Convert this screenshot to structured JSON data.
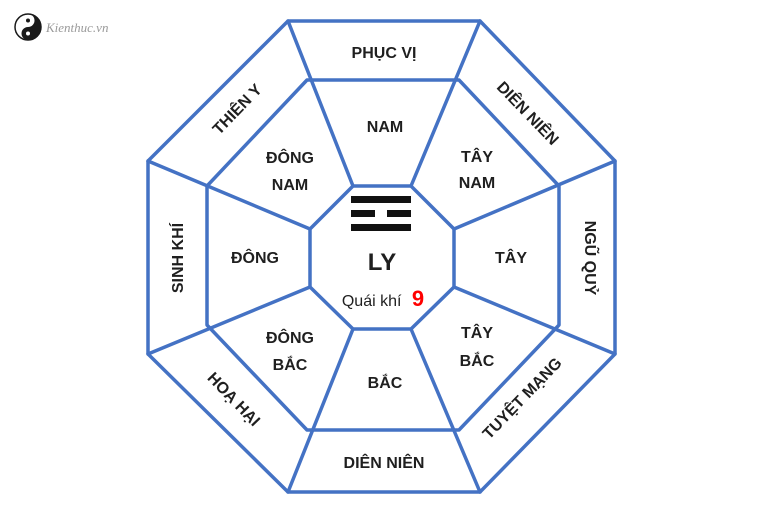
{
  "logo": {
    "text": "Kienthuc.vn"
  },
  "center": {
    "trigram_name": "LY",
    "quai_khi_label": "Quái khí",
    "quai_khi_number": "9"
  },
  "inner_directions": {
    "top": "NAM",
    "top_right": [
      "TÂY",
      "NAM"
    ],
    "right": "TÂY",
    "bottom_right": [
      "TÂY",
      "BẮC"
    ],
    "bottom": "BẮC",
    "bottom_left": [
      "ĐÔNG",
      "BẮC"
    ],
    "left": "ĐÔNG",
    "top_left": [
      "ĐÔNG",
      "NAM"
    ]
  },
  "outer_stars": {
    "top": "PHỤC VỊ",
    "top_right": "DIÊN NIÊN",
    "right": "NGŨ QUỶ",
    "bottom_right": "TUYỆT MẠNG",
    "bottom": "DIÊN NIÊN",
    "bottom_left": "HOẠ HẠI",
    "left": "SINH KHÍ",
    "top_left": "THIÊN Y"
  },
  "colors": {
    "line": "#4472c4",
    "text": "#1f1f1f",
    "number": "#ff0000",
    "watermark": "#9a9a9a"
  }
}
